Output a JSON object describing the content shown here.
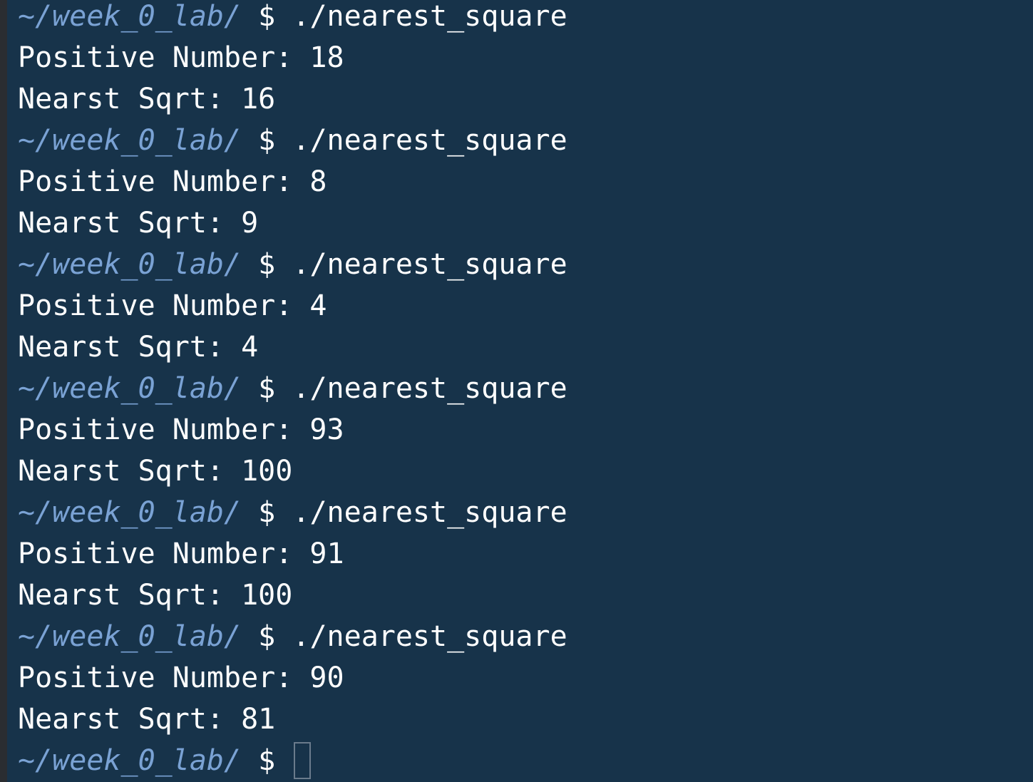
{
  "terminal": {
    "prompt_path": "~/week_0_lab/",
    "prompt_symbol": "$",
    "sessions": [
      {
        "command": "./nearest_square",
        "input_label": "Positive Number:",
        "input_value": "18",
        "output_label": "Nearst Sqrt:",
        "output_value": "16"
      },
      {
        "command": "./nearest_square",
        "input_label": "Positive Number:",
        "input_value": "8",
        "output_label": "Nearst Sqrt:",
        "output_value": "9"
      },
      {
        "command": "./nearest_square",
        "input_label": "Positive Number:",
        "input_value": "4",
        "output_label": "Nearst Sqrt:",
        "output_value": "4"
      },
      {
        "command": "./nearest_square",
        "input_label": "Positive Number:",
        "input_value": "93",
        "output_label": "Nearst Sqrt:",
        "output_value": "100"
      },
      {
        "command": "./nearest_square",
        "input_label": "Positive Number:",
        "input_value": "91",
        "output_label": "Nearst Sqrt:",
        "output_value": "100"
      },
      {
        "command": "./nearest_square",
        "input_label": "Positive Number:",
        "input_value": "90",
        "output_label": "Nearst Sqrt:",
        "output_value": "81"
      }
    ],
    "current_input": "",
    "colors": {
      "background": "#17334a",
      "prompt_path": "#7aa2d4",
      "text": "#ffffff"
    }
  }
}
